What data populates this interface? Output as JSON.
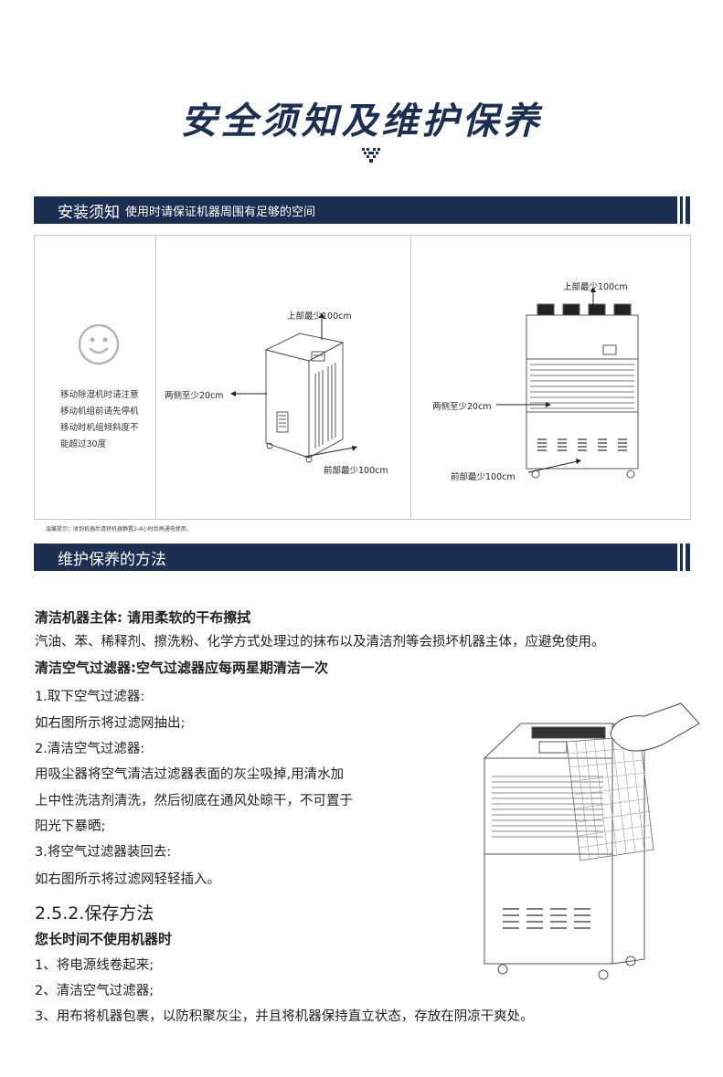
{
  "header": {
    "title": "安全须知及维护保养"
  },
  "install_section": {
    "title": "安装须知",
    "subtitle": "使用时请保证机器周围有足够的空间",
    "note_lines": [
      "移动除湿机时请注意",
      "移动机组前请先停机",
      "移动时机组倾斜度不",
      "能超过30度"
    ],
    "left_diagram": {
      "top": "上部最少100cm",
      "side": "两侧至少20cm",
      "front": "前部最少100cm"
    },
    "right_diagram": {
      "top": "上部最少100cm",
      "side": "两侧至少20cm",
      "front": "前部最少100cm"
    },
    "tiny_note": "温馨提示：收到机器后请将机器静置2-4小时后再通电使用。"
  },
  "maintenance_section": {
    "title": "维护保养的方法",
    "lines": [
      {
        "text": "清洁机器主体: 请用柔软的干布擦拭",
        "style": "bold"
      },
      {
        "text": "汽油、苯、稀释剂、擦洗粉、化学方式处理过的抹布以及清洁剂等会损坏机器主体，应避免使用。",
        "style": "normal"
      },
      {
        "text": "清洁空气过滤器:空气过滤器应每两星期清洁一次",
        "style": "bold"
      },
      {
        "text": "1.取下空气过滤器:",
        "style": "normal"
      },
      {
        "text": "如右图所示将过滤网抽出;",
        "style": "normal"
      },
      {
        "text": "2.清洁空气过滤器:",
        "style": "normal"
      },
      {
        "text": "用吸尘器将空气清洁过滤器表面的灰尘吸掉,用清水加",
        "style": "normal"
      },
      {
        "text": "上中性洗洁剂清洗，然后彻底在通风处晾干，不可置于",
        "style": "normal"
      },
      {
        "text": "阳光下暴晒;",
        "style": "normal"
      },
      {
        "text": "3.将空气过滤器装回去:",
        "style": "normal"
      },
      {
        "text": "如右图所示将过滤网轻轻插入。",
        "style": "normal"
      },
      {
        "text": "2.5.2.保存方法",
        "style": "big"
      },
      {
        "text": "您长时间不使用机器时",
        "style": "bold"
      },
      {
        "text": "1、将电源线卷起来;",
        "style": "normal"
      },
      {
        "text": "2、清洁空气过滤器;",
        "style": "normal"
      },
      {
        "text": "3、用布将机器包裹，以防积聚灰尘，并且将机器保持直立状态，存放在阴凉干爽处。",
        "style": "normal"
      }
    ]
  },
  "colors": {
    "navy": "#1c2e52",
    "text": "#222222",
    "border": "#c8c8c8"
  },
  "icons": [
    "smiley-icon",
    "down-chevron-mark-icon",
    "dehumidifier-illustration",
    "industrial-dehumidifier-illustration",
    "filter-removal-illustration"
  ]
}
